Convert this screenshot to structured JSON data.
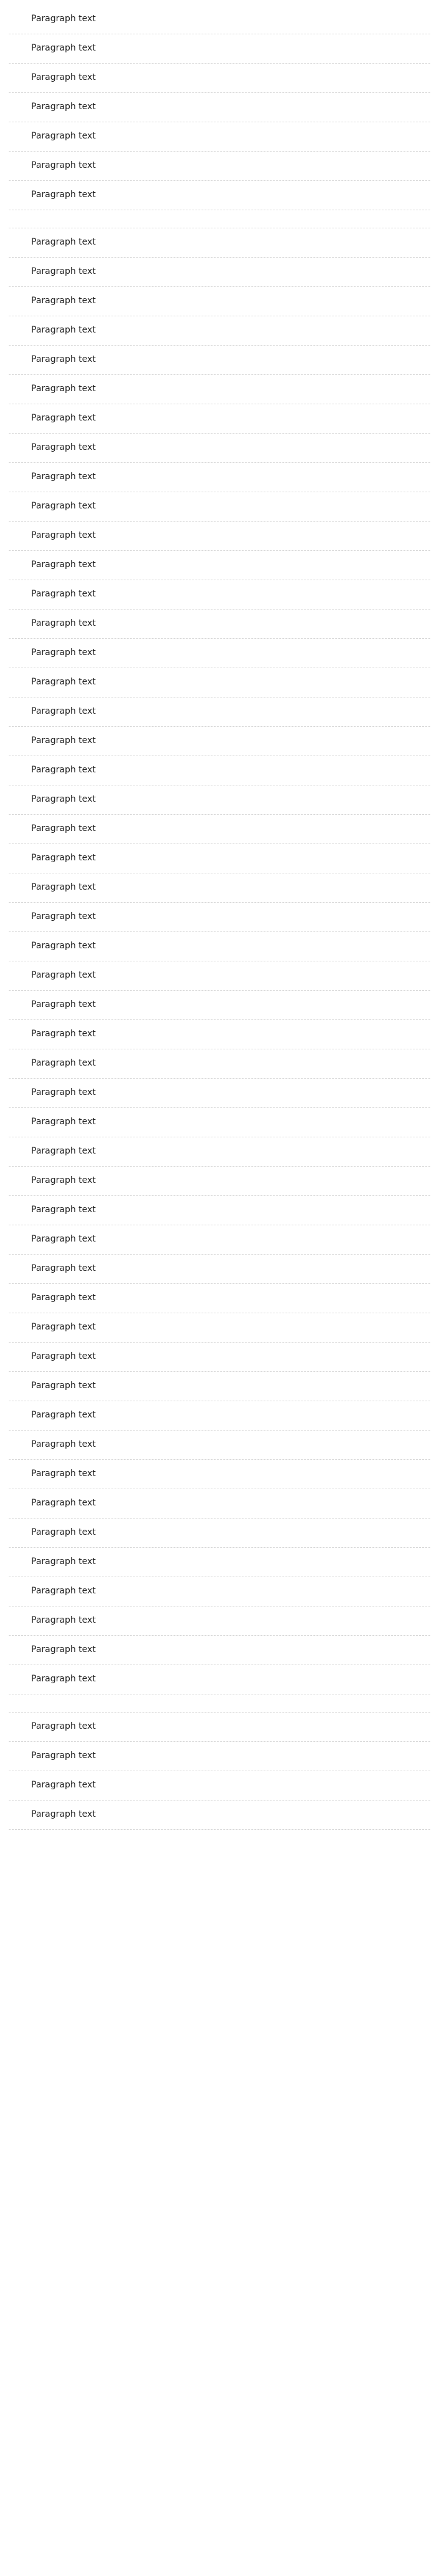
{
  "article": {
    "paragraphs": [
      "Paragraph text",
      "Paragraph text",
      "Paragraph text",
      "Paragraph text",
      "Paragraph text",
      "Paragraph text",
      "Paragraph text",
      "",
      "Paragraph text",
      "Paragraph text",
      "Paragraph text",
      "Paragraph text",
      "Paragraph text",
      "Paragraph text",
      "Paragraph text",
      "Paragraph text",
      "Paragraph text",
      "Paragraph text",
      "Paragraph text",
      "Paragraph text",
      "Paragraph text",
      "Paragraph text",
      "Paragraph text",
      "Paragraph text",
      "Paragraph text",
      "Paragraph text",
      "Paragraph text",
      "Paragraph text",
      "Paragraph text",
      "Paragraph text",
      "Paragraph text",
      "Paragraph text",
      "Paragraph text",
      "Paragraph text",
      "Paragraph text",
      "Paragraph text",
      "Paragraph text",
      "Paragraph text",
      "Paragraph text",
      "Paragraph text",
      "Paragraph text",
      "Paragraph text",
      "Paragraph text",
      "Paragraph text",
      "Paragraph text",
      "Paragraph text",
      "Paragraph text",
      "Paragraph text",
      "Paragraph text",
      "Paragraph text",
      "Paragraph text",
      "Paragraph text",
      "Paragraph text",
      "Paragraph text",
      "Paragraph text",
      "Paragraph text",
      "Paragraph text",
      "Paragraph text",
      "",
      "Paragraph text",
      "Paragraph text",
      "Paragraph text",
      "Paragraph text"
    ]
  }
}
